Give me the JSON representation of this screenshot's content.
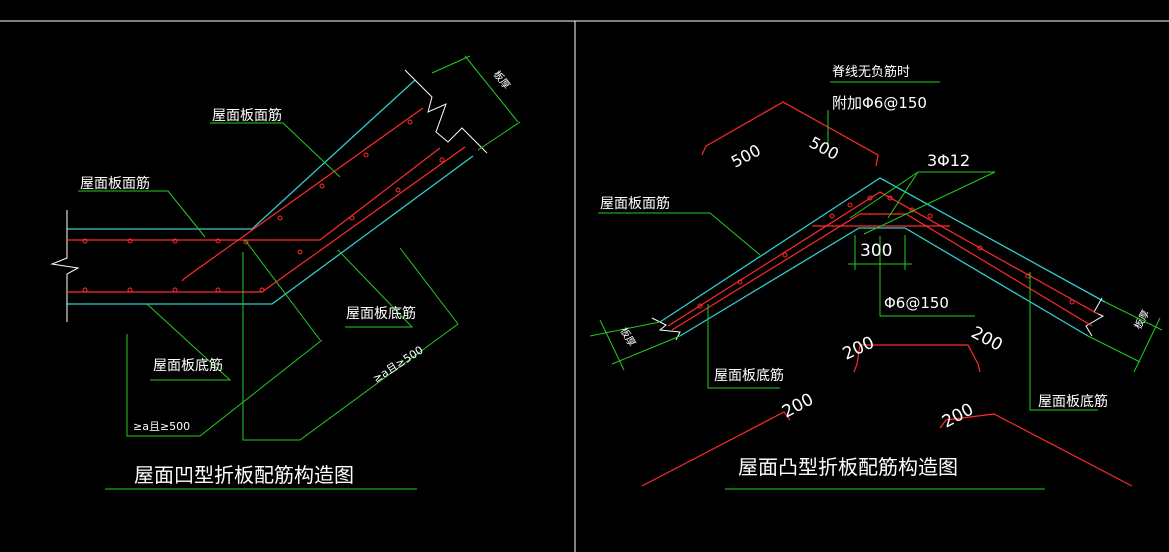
{
  "colors": {
    "background": "#000000",
    "frame": "#ffffff",
    "concrete": "#33cccc",
    "rebar": "#ff2a2a",
    "leader": "#22cc22",
    "text": "#ffffff"
  },
  "left": {
    "title": "屋面凹型折板配筋构造图",
    "labels": {
      "top_face_upper": "屋面板面筋",
      "top_face_left": "屋面板面筋",
      "bottom_face_right": "屋面板底筋",
      "bottom_face_left": "屋面板底筋",
      "anchor_left": "≥a且≥500",
      "anchor_right": "≥a且≥500",
      "thickness": "板厚"
    }
  },
  "right": {
    "title": "屋面凸型折板配筋构造图",
    "labels": {
      "ridge_note_1": "脊线无负筋时",
      "ridge_note_2": "附加Φ6@150",
      "dim_500_left": "500",
      "dim_500_right": "500",
      "ridge_bars": "3Φ12",
      "top_face": "屋面板面筋",
      "dim_300": "300",
      "stirrup": "Φ6@150",
      "dim_200_a": "200",
      "dim_200_b": "200",
      "bottom_face_left": "屋面板底筋",
      "bottom_face_right": "屋面板底筋",
      "dim_200_c": "200",
      "dim_200_d": "200",
      "thickness_left": "板厚",
      "thickness_right": "板厚"
    }
  }
}
